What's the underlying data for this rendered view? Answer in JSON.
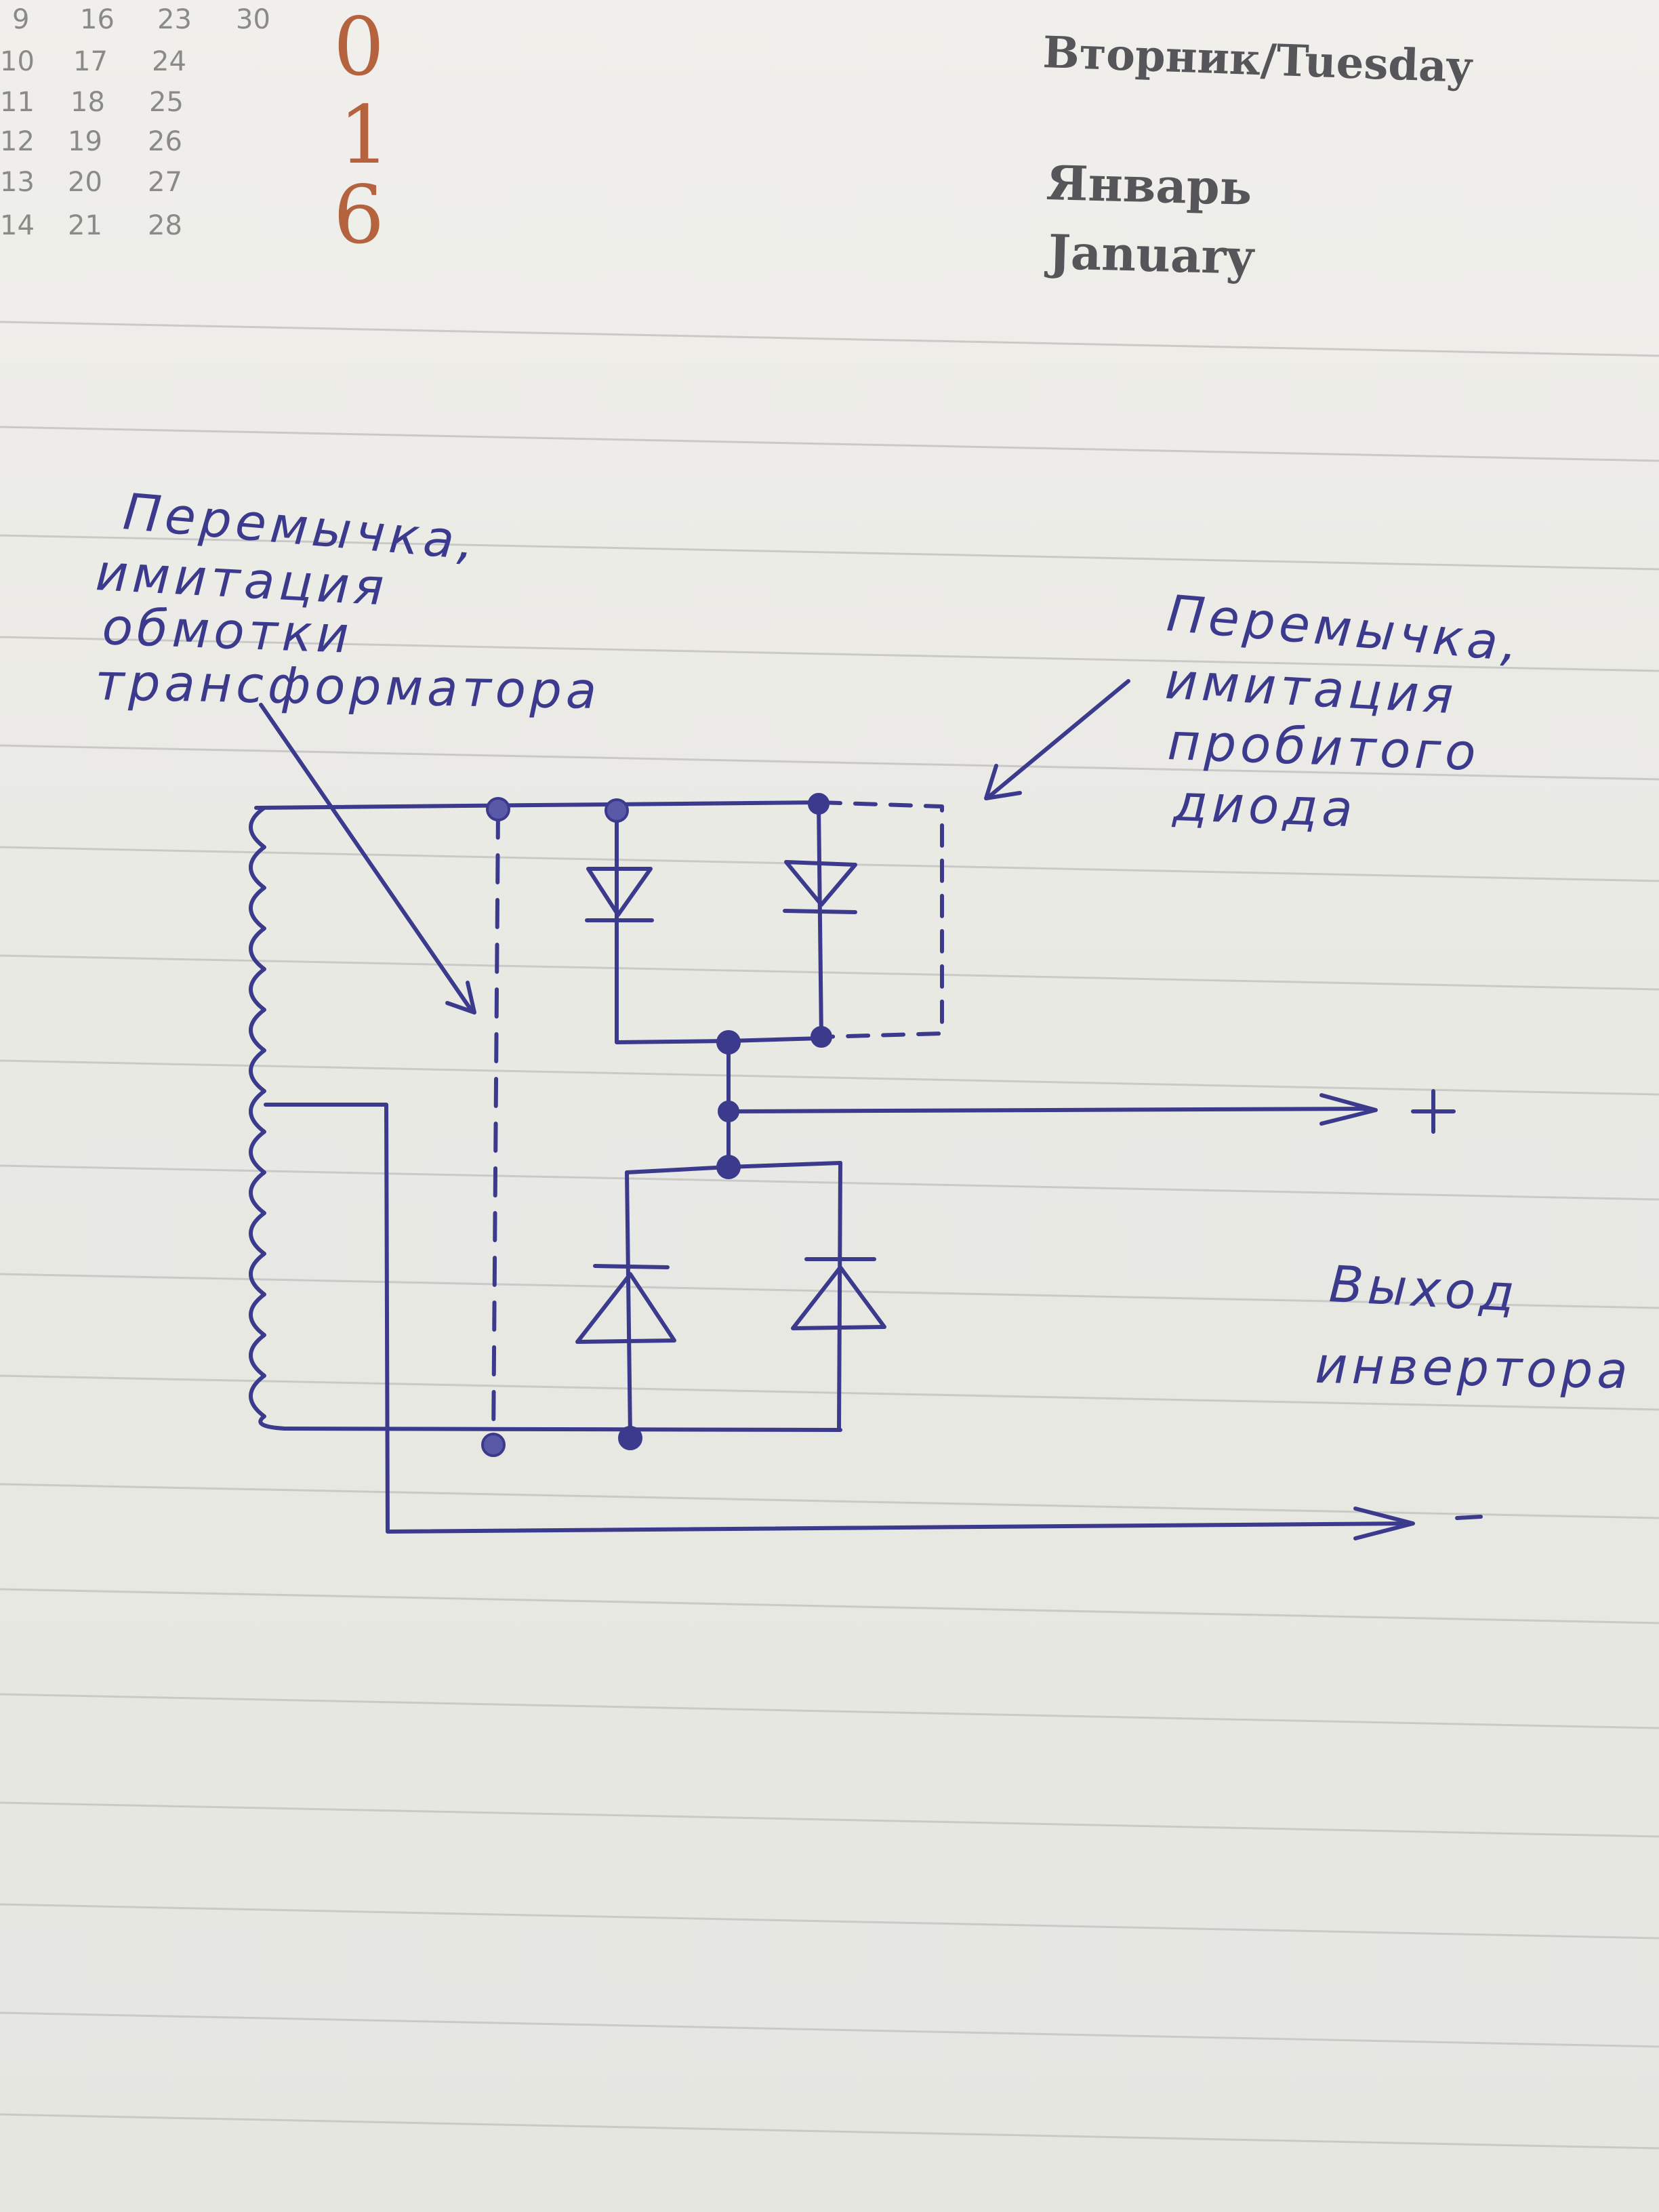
{
  "calendar": {
    "rows": [
      [
        "9",
        "16",
        "23",
        "30"
      ],
      [
        "10",
        "17",
        "24",
        ""
      ],
      [
        "11",
        "18",
        "25",
        ""
      ],
      [
        "12",
        "19",
        "26",
        ""
      ],
      [
        "13",
        "20",
        "27",
        ""
      ],
      [
        "14",
        "21",
        "28",
        ""
      ]
    ],
    "year_digits": [
      "0",
      "1",
      "6"
    ]
  },
  "header": {
    "weekday": "Вторник/Tuesday",
    "month_ru": "Январь",
    "month_en": "January"
  },
  "annotations": {
    "left_note": [
      "Перемычка,",
      "имитация",
      "обмотки",
      "трансформатора"
    ],
    "right_note": [
      "Перемычка,",
      "имитация",
      "пробитого",
      "диода"
    ],
    "output_label": [
      "Выход",
      "инвертора"
    ],
    "plus": "+",
    "minus": "-"
  },
  "colors": {
    "ink": "#3b3a8c",
    "accent_digits": "#b5633f",
    "paper": "#ebebe6",
    "rule_line": "#c9c9c8"
  }
}
